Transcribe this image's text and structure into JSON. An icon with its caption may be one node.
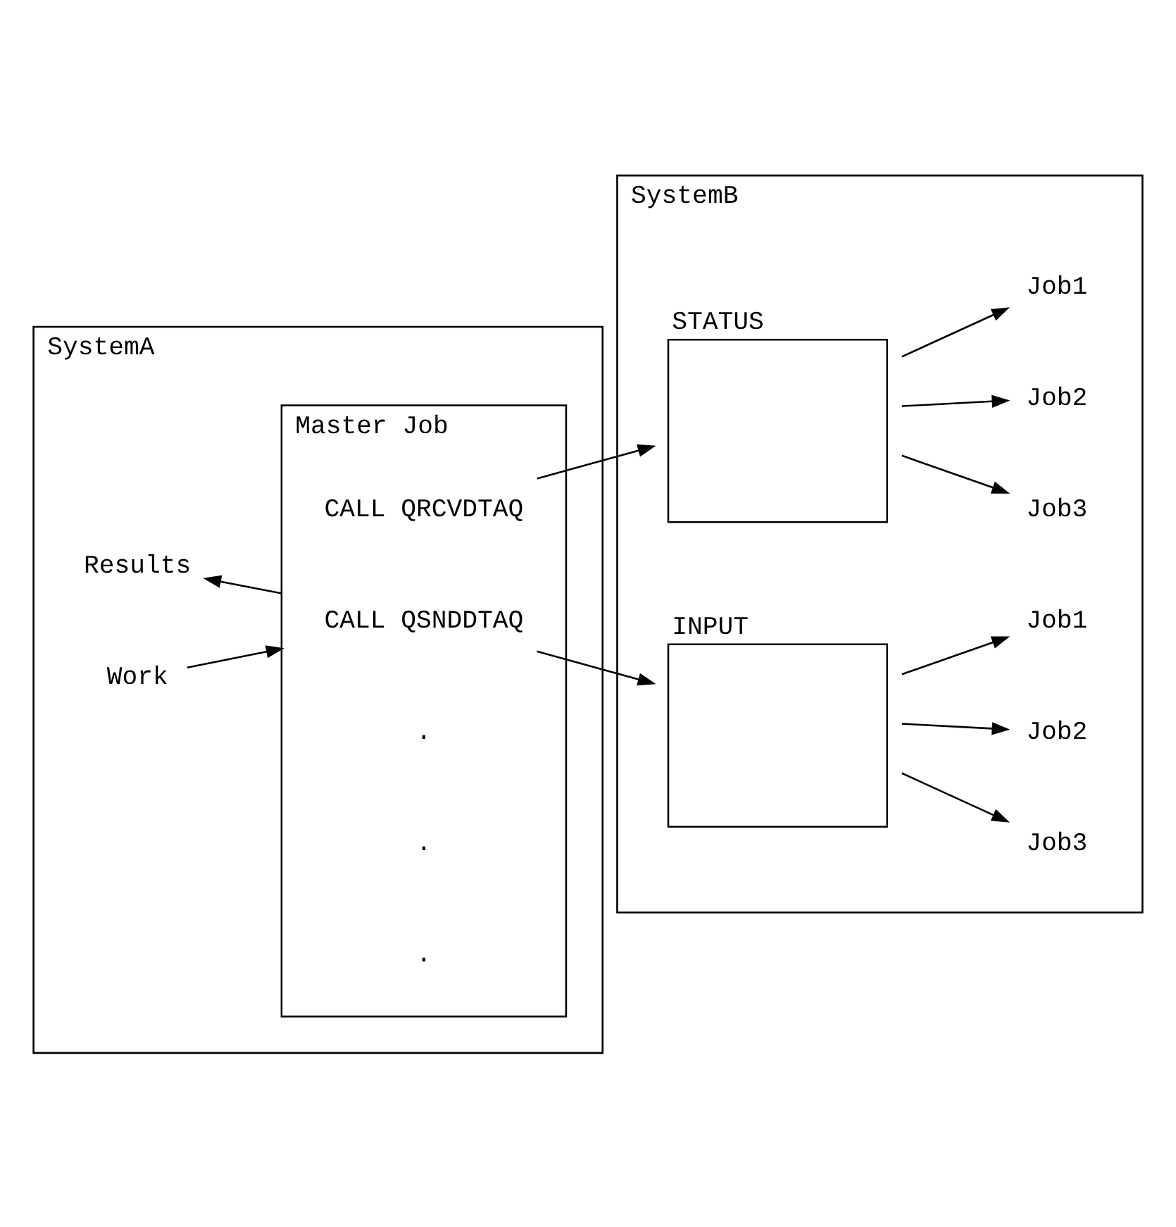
{
  "diagram": {
    "nodes": [
      {
        "text": [
          "SystemA"
        ]
      },
      {
        "text": [
          "Master Job"
        ],
        "in": 0
      },
      {
        "text": [
          "CALL QSNDDTAQ"
        ],
        "in": 1
      },
      {
        "text": [
          "CALL QRCVDTAQ"
        ],
        "in": 1
      },
      {
        "text": [
          "Work"
        ],
        "in": 0
      },
      {
        "text": [
          "Results"
        ],
        "in": 0
      },
      {
        "text": [
          "SystemB"
        ]
      },
      {
        "text": [
          "INPUT"
        ],
        "in": 6
      },
      {
        "text": [
          "STATUS"
        ],
        "in": 6
      },
      {
        "text": [
          "Job1"
        ],
        "in": 6
      },
      {
        "text": [
          "Job2"
        ],
        "in": 6
      },
      {
        "text": [
          "Job3"
        ],
        "in": 6
      },
      {
        "text": [
          "Job1"
        ],
        "in": 6
      },
      {
        "text": [
          "Job2"
        ],
        "in": 6
      },
      {
        "text": [
          "Job3"
        ],
        "in": 6
      }
    ],
    "edges": [
      {
        "from": 4,
        "to": 1,
        "arrow": "to"
      },
      {
        "from": 1,
        "to": 5,
        "arrow": "to"
      },
      {
        "from": 2,
        "to": 7,
        "arrow": "to"
      },
      {
        "from": 3,
        "to": 8,
        "arrow": "to"
      },
      {
        "from": 7,
        "to": 9,
        "arrow": "to"
      },
      {
        "from": 7,
        "to": 10,
        "arrow": "to"
      },
      {
        "from": 7,
        "to": 11,
        "arrow": "to"
      },
      {
        "from": 8,
        "to": 12,
        "arrow": "to"
      },
      {
        "from": 8,
        "to": 13,
        "arrow": "to"
      },
      {
        "from": 8,
        "to": 14,
        "arrow": "to"
      }
    ],
    "labels": [
      ".",
      ".",
      "."
    ]
  }
}
